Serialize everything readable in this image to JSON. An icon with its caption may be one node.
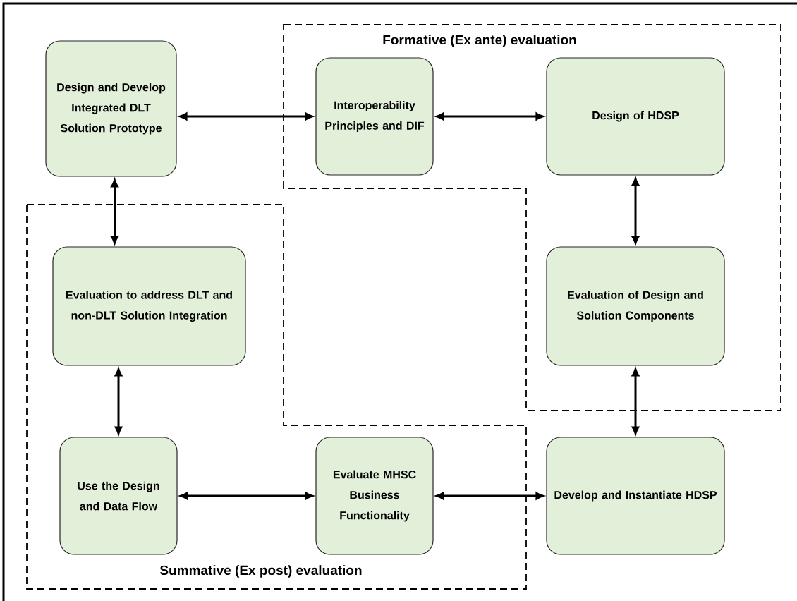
{
  "diagram": {
    "nodes": [
      {
        "text": [
          "Formative (Ex ante) evaluation"
        ]
      },
      {
        "text": [
          "Design and Develop Integrated DLT Solution Prototype"
        ]
      },
      {
        "text": [
          "Interoperability Principles and DIF"
        ],
        "in": 0
      },
      {
        "text": [
          "Design of HDSP"
        ],
        "in": 0
      },
      {
        "text": [
          "Summative (Ex post) evaluation"
        ]
      },
      {
        "text": [
          "Evaluation to address DLT and non-DLT Solution Integration"
        ],
        "in": 4
      },
      {
        "text": [
          "Evaluation of Design and Solution Components"
        ],
        "in": 0
      },
      {
        "text": [
          "Use the Design and Data Flow"
        ],
        "in": 4
      },
      {
        "text": [
          "Evaluate MHSC Business Functionality"
        ],
        "in": 4
      },
      {
        "text": [
          "Develop and Instantiate HDSP"
        ]
      }
    ],
    "edges": [
      {
        "from": 1,
        "to": 2,
        "arrow": "both"
      },
      {
        "from": 2,
        "to": 3,
        "arrow": "both"
      },
      {
        "from": 1,
        "to": 5,
        "arrow": "both"
      },
      {
        "from": 3,
        "to": 6,
        "arrow": "both"
      },
      {
        "from": 5,
        "to": 7,
        "arrow": "both"
      },
      {
        "from": 7,
        "to": 8,
        "arrow": "both"
      },
      {
        "from": 8,
        "to": 9,
        "arrow": "both"
      },
      {
        "from": 6,
        "to": 9,
        "arrow": "both"
      }
    ]
  }
}
